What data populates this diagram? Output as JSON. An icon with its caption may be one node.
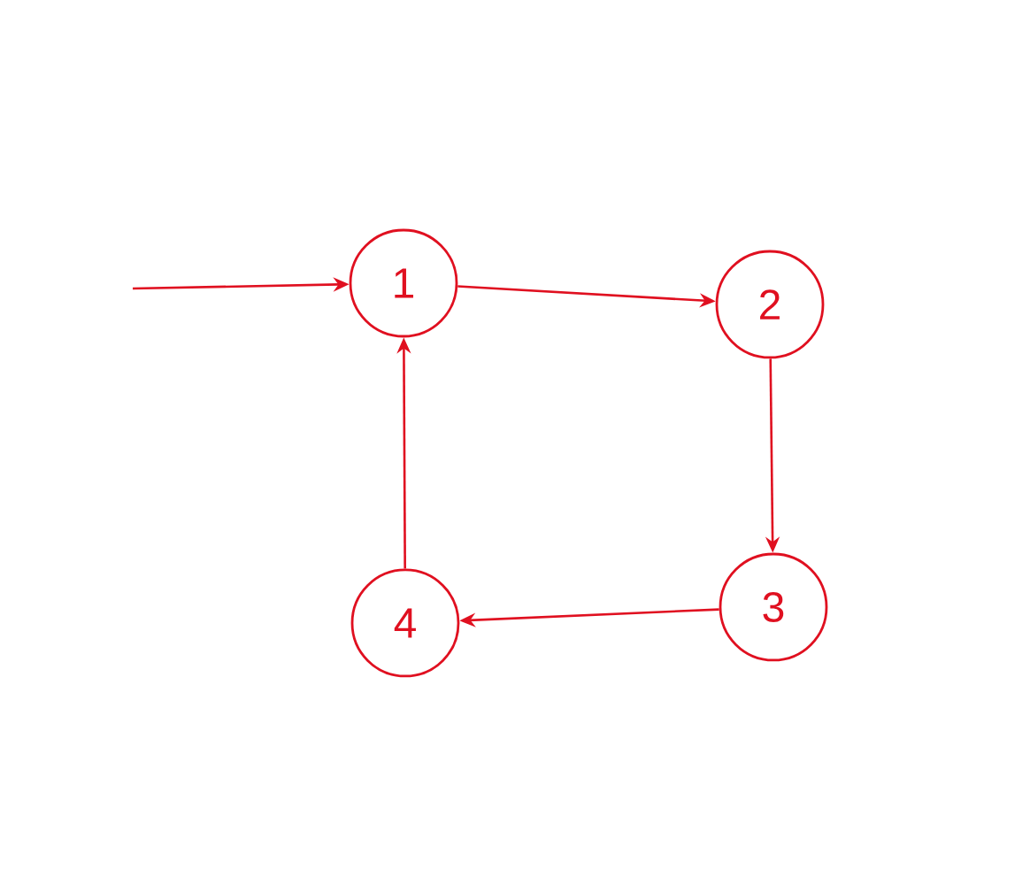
{
  "diagram": {
    "nodes": [
      {
        "text": [
          "1"
        ]
      },
      {
        "text": [
          "2"
        ]
      },
      {
        "text": [
          "3"
        ]
      },
      {
        "text": [
          "4"
        ]
      }
    ],
    "edges": [
      {
        "from": null,
        "to": 0,
        "arrow": "to"
      },
      {
        "from": 0,
        "to": 1,
        "arrow": "to"
      },
      {
        "from": 1,
        "to": 2,
        "arrow": "to"
      },
      {
        "from": 2,
        "to": 3,
        "arrow": "to"
      },
      {
        "from": 3,
        "to": 0,
        "arrow": "to"
      }
    ]
  }
}
